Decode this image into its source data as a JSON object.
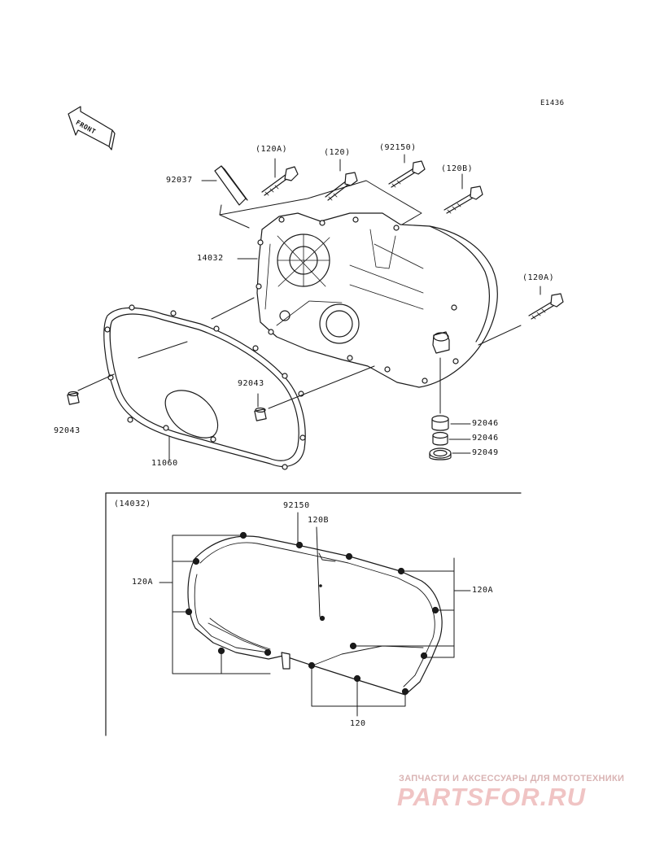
{
  "diagram_code": "E1436",
  "front_label": "FRONT",
  "callouts": {
    "p92037": "92037",
    "p120a_top": "(120A)",
    "p120_top": "(120)",
    "p92150_top": "(92150)",
    "p120b_top": "(120B)",
    "p14032": "14032",
    "p120a_right": "(120A)",
    "p92043_mid": "92043",
    "p92043_left": "92043",
    "p11060": "11060",
    "p92046_a": "92046",
    "p92046_b": "92046",
    "p92049": "92049"
  },
  "detail": {
    "title": "(14032)",
    "p92150": "92150",
    "p120b": "120B",
    "p120a_left": "120A",
    "p120a_right": "120A",
    "p120_bottom": "120"
  },
  "watermark": {
    "tagline": "ЗАПЧАСТИ И АКСЕССУАРЫ ДЛЯ МОТОТЕХНИКИ",
    "brand": "PARTSFOR.RU"
  },
  "colors": {
    "line": "#1a1a1a",
    "watermark": "#f0c4c4"
  }
}
